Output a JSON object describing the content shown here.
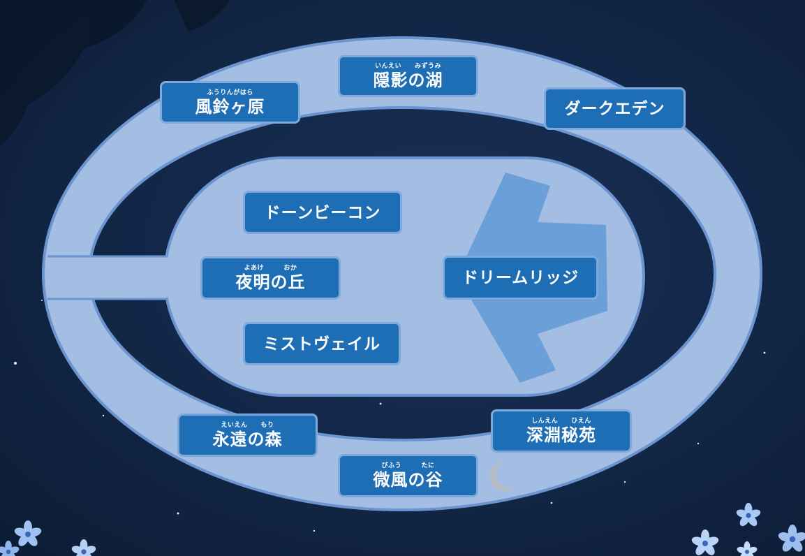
{
  "locations": {
    "inei": {
      "ruby": "いんえい　　みずうみ",
      "name": "隠影の湖"
    },
    "fuurin": {
      "ruby": "ふうりんがはら",
      "name": "風鈴ヶ原"
    },
    "darkeden": {
      "name": "ダークエデン"
    },
    "dawnbeacon": {
      "name": "ドーンビーコン"
    },
    "yoake": {
      "ruby": "よあけ　　　おか",
      "name": "夜明の丘"
    },
    "mistveil": {
      "name": "ミストヴェイル"
    },
    "dreamridge": {
      "name": "ドリームリッジ"
    },
    "eien": {
      "ruby": "えいえん　　もり",
      "name": "永遠の森"
    },
    "shinen": {
      "ruby": "しんえん　　ひえん",
      "name": "深淵秘苑"
    },
    "bifuu": {
      "ruby": "びふう　　　たに",
      "name": "微風の谷"
    }
  },
  "colors": {
    "background": "#0f2240",
    "track": "#a3bde3",
    "track_border": "#6c94cf",
    "arrow": "#6a9fd8",
    "label_fill": "#1e6eb5",
    "label_border": "#7fa9dc",
    "moon": "#b8bcc4"
  },
  "icons": {
    "moon": "crescent-moon-icon",
    "flowers": "flower-icon"
  }
}
